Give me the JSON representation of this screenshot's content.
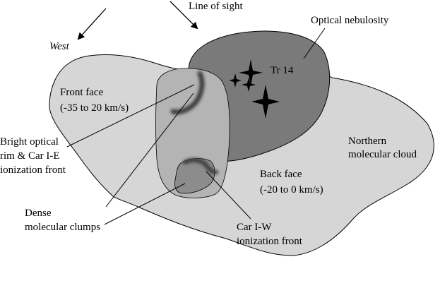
{
  "labels": {
    "line_of_sight": "Line of sight",
    "optical_nebulosity": "Optical nebulosity",
    "west": "West",
    "tr14": "Tr 14",
    "front_face": [
      "Front face",
      "(-35 to 20 km/s)"
    ],
    "northern_cloud": [
      "Northern",
      "molecular cloud"
    ],
    "back_face": [
      "Back face",
      "(-20 to 0 km/s)"
    ],
    "bright_rim": [
      "Bright optical",
      "rim & Car I-E",
      "ionization front"
    ],
    "dense_clumps": [
      "Dense",
      "molecular clumps"
    ],
    "car_iw": [
      "Car I-W",
      "ionization front"
    ]
  },
  "colors": {
    "cloud_fill": "#d6d6d6",
    "nebulosity_fill": "#7a7a7a",
    "front_fill": "#b4b4b4",
    "clump_fill": "#8c8c8c",
    "front_dark": "#3c3c3c",
    "ink": "#000000"
  },
  "icons": [
    "star-marker",
    "arrow-line-of-sight",
    "arrow-west"
  ]
}
